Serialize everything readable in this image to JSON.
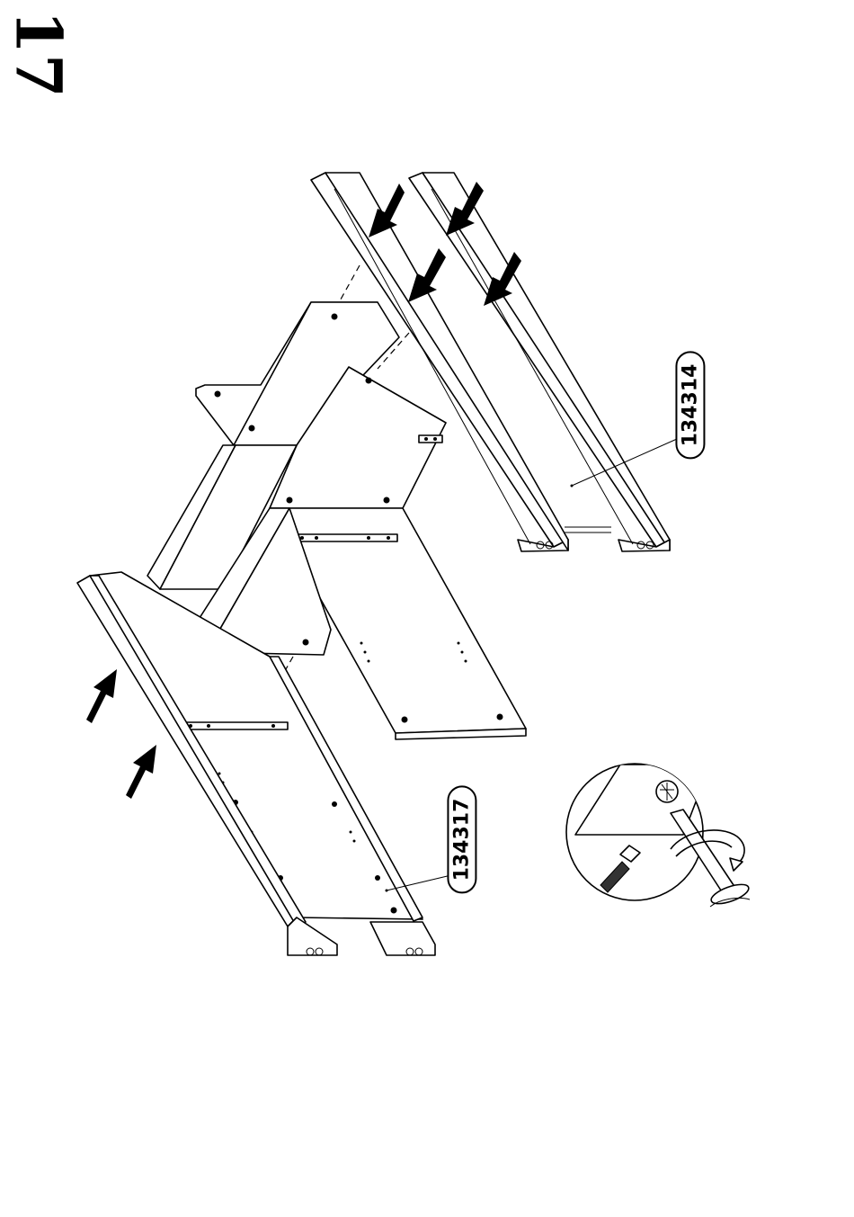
{
  "step": {
    "number": "17"
  },
  "parts": {
    "top_label": "134314",
    "bottom_label": "134317"
  },
  "icons": {
    "arrow": "push-arrow-icon",
    "screwdriver": "screwdriver-icon",
    "rotate": "clockwise-rotate-icon"
  }
}
